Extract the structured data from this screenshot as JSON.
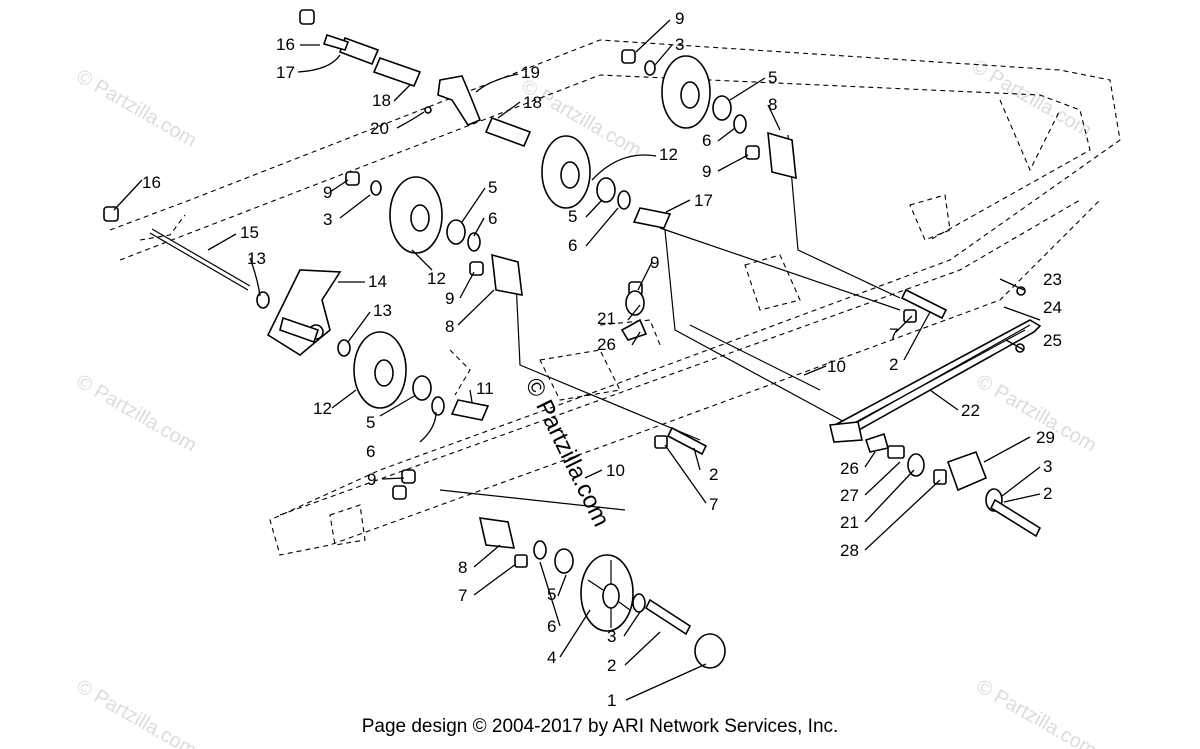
{
  "footer": "Page design © 2004-2017 by ARI Network Services, Inc.",
  "watermark": "© Partzilla.com",
  "callouts": {
    "c16a": "16",
    "c17a": "17",
    "c18a": "18",
    "c19": "19",
    "c18b": "18",
    "c20": "20",
    "c9a": "9",
    "c3a": "3",
    "c5a": "5",
    "c8a": "8",
    "c6a": "6",
    "c9b": "9",
    "c12a": "12",
    "c5b": "5",
    "c6b": "6",
    "c17b": "17",
    "c16b": "16",
    "c15": "15",
    "c13a": "13",
    "c14": "14",
    "c13b": "13",
    "c9c": "9",
    "c3b": "3",
    "c5c": "5",
    "c6c": "6",
    "c12b": "12",
    "c9d": "9",
    "c8b": "8",
    "c12c": "12",
    "c5d": "5",
    "c6d": "6",
    "c11": "11",
    "c9e": "9",
    "c21a": "21",
    "c26a": "26",
    "c23": "23",
    "c24": "24",
    "c25": "25",
    "c7a": "7",
    "c2a": "2",
    "c10a": "10",
    "c22": "22",
    "c2b": "2",
    "c7b": "7",
    "c9f": "9",
    "c10b": "10",
    "c29": "29",
    "c26b": "26",
    "c3c": "3",
    "c27": "27",
    "c2c": "2",
    "c21b": "21",
    "c28": "28",
    "c8c": "8",
    "c7c": "7",
    "c5e": "5",
    "c6e": "6",
    "c4": "4",
    "c3d": "3",
    "c2d": "2",
    "c1": "1"
  }
}
